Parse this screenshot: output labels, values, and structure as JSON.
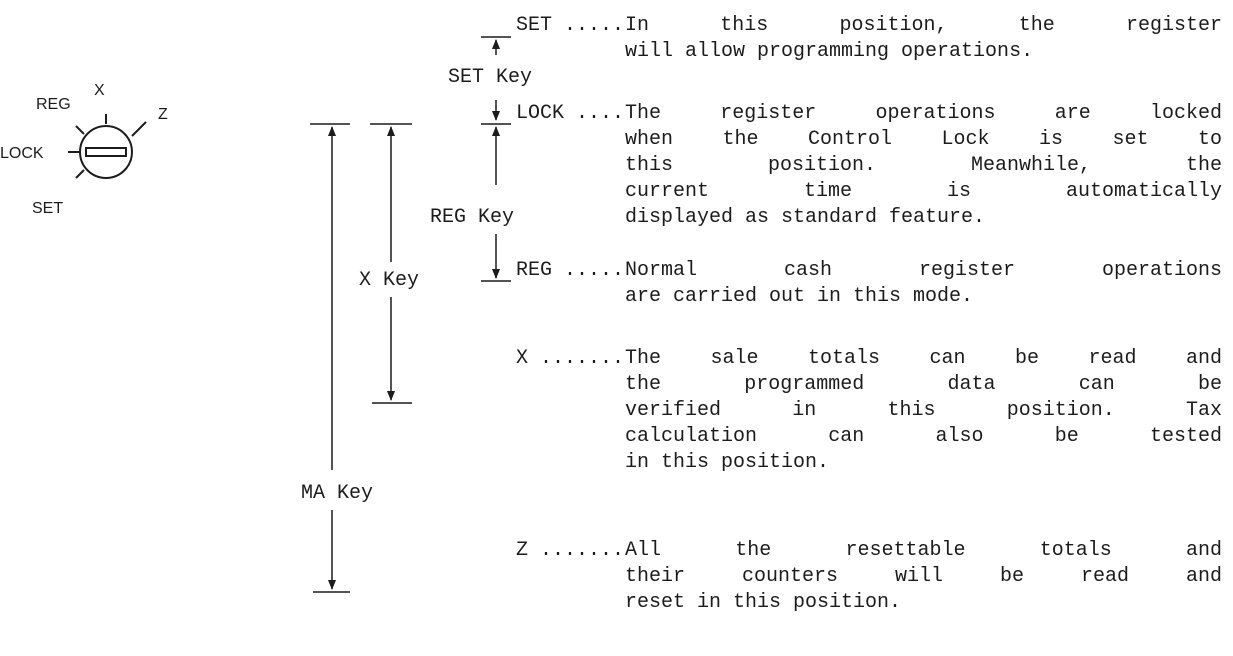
{
  "dial": {
    "labels": {
      "reg": "REG",
      "x": "X",
      "z": "Z",
      "lock": "LOCK",
      "set": "SET"
    }
  },
  "keys": {
    "set_key": "SET Key",
    "reg_key": "REG Key",
    "x_key": "X Key",
    "ma_key": "MA Key"
  },
  "modes": [
    {
      "name": "SET .....",
      "lines": [
        "In this position, the register",
        "will allow programming operations."
      ]
    },
    {
      "name": "LOCK ....",
      "lines": [
        "The register operations are locked",
        "when the Control Lock is set to",
        "this position. Meanwhile, the",
        "current time is automatically",
        "displayed as standard feature."
      ]
    },
    {
      "name": "REG .....",
      "lines": [
        "Normal cash register operations",
        "are carried out in this mode."
      ]
    },
    {
      "name": "X .......",
      "lines": [
        "The sale totals can be read and",
        "the programmed data can be",
        "verified in this position. Tax",
        "calculation can also be tested",
        "in this position."
      ]
    },
    {
      "name": "Z .......",
      "lines": [
        "All the resettable totals and",
        "their counters will be read and",
        "reset in this position."
      ]
    }
  ]
}
